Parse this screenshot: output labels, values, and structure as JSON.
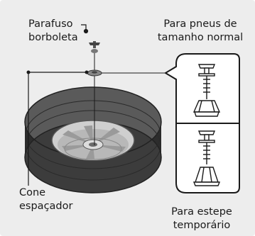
{
  "labels": {
    "wing_bolt_line1": "Parafuso",
    "wing_bolt_line2": "borboleta",
    "normal_tire_line1": "Para pneus de",
    "normal_tire_line2": "tamanho normal",
    "spacer_cone_line1": "Cone",
    "spacer_cone_line2": "espaçador",
    "temp_spare_line1": "Para estepe",
    "temp_spare_line2": "temporário"
  },
  "colors": {
    "background": "#ededed",
    "tire": "#3a3a3a",
    "line": "#1a1a1a",
    "panel": "#ffffff"
  }
}
